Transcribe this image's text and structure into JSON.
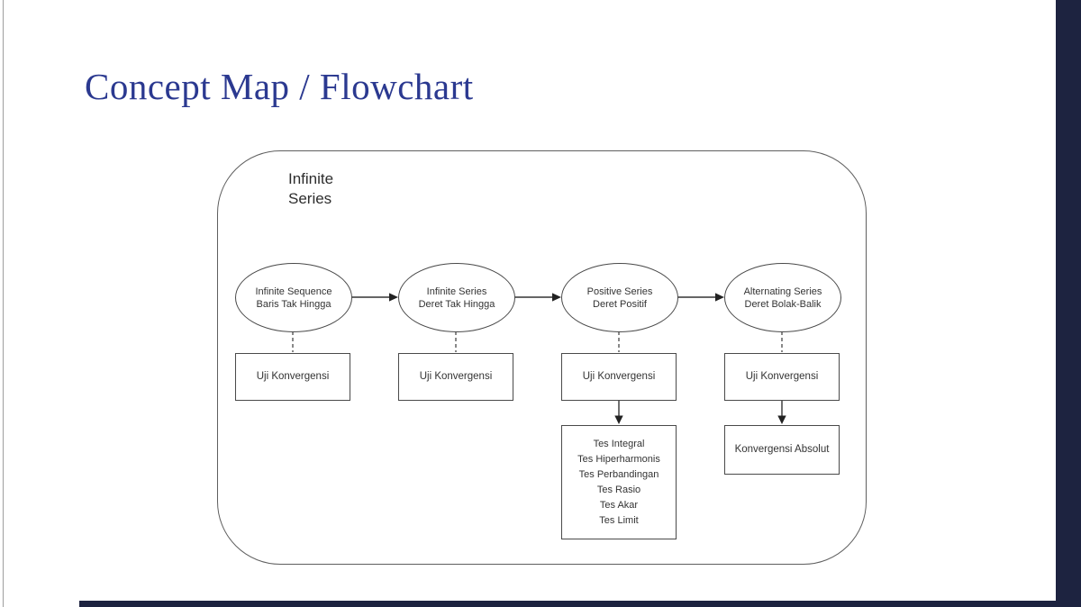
{
  "slide": {
    "title": "Concept Map / Flowchart",
    "title_color": "#2b3990",
    "edge_bar_color": "#1d2340",
    "line_color": "#4a4a4a"
  },
  "diagram": {
    "label": {
      "line1": "Infinite",
      "line2": "Series"
    },
    "nodes": [
      {
        "line1": "Infinite Sequence",
        "line2": "Baris Tak Hingga"
      },
      {
        "line1": "Infinite Series",
        "line2": "Deret Tak Hingga"
      },
      {
        "line1": "Positive Series",
        "line2": "Deret Positif"
      },
      {
        "line1": "Alternating Series",
        "line2": "Deret Bolak-Balik"
      }
    ],
    "test_boxes": [
      {
        "label": "Uji Konvergensi"
      },
      {
        "label": "Uji Konvergensi"
      },
      {
        "label": "Uji Konvergensi"
      },
      {
        "label": "Uji Konvergensi"
      }
    ],
    "positive_tests": [
      "Tes Integral",
      "Tes Hiperharmonis",
      "Tes Perbandingan",
      "Tes Rasio",
      "Tes Akar",
      "Tes Limit"
    ],
    "alternating_result": "Konvergensi Absolut"
  }
}
